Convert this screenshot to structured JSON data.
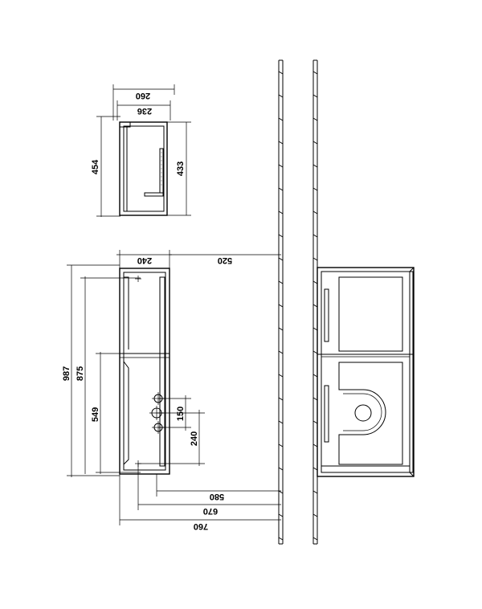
{
  "dimensions": {
    "side_top_width": "260",
    "side_inner_width": "236",
    "side_height_outer": "454",
    "side_height_inner": "433",
    "depth": "240",
    "wall_gap": "520",
    "total_height": "987",
    "upper_height": "875",
    "lower_height": "549",
    "hole_spacing": "150",
    "hole_offset": "240",
    "bottom_580": "580",
    "bottom_670": "670",
    "bottom_760": "760"
  },
  "colors": {
    "line": "#000000",
    "hatch": "#8a8a8a"
  }
}
